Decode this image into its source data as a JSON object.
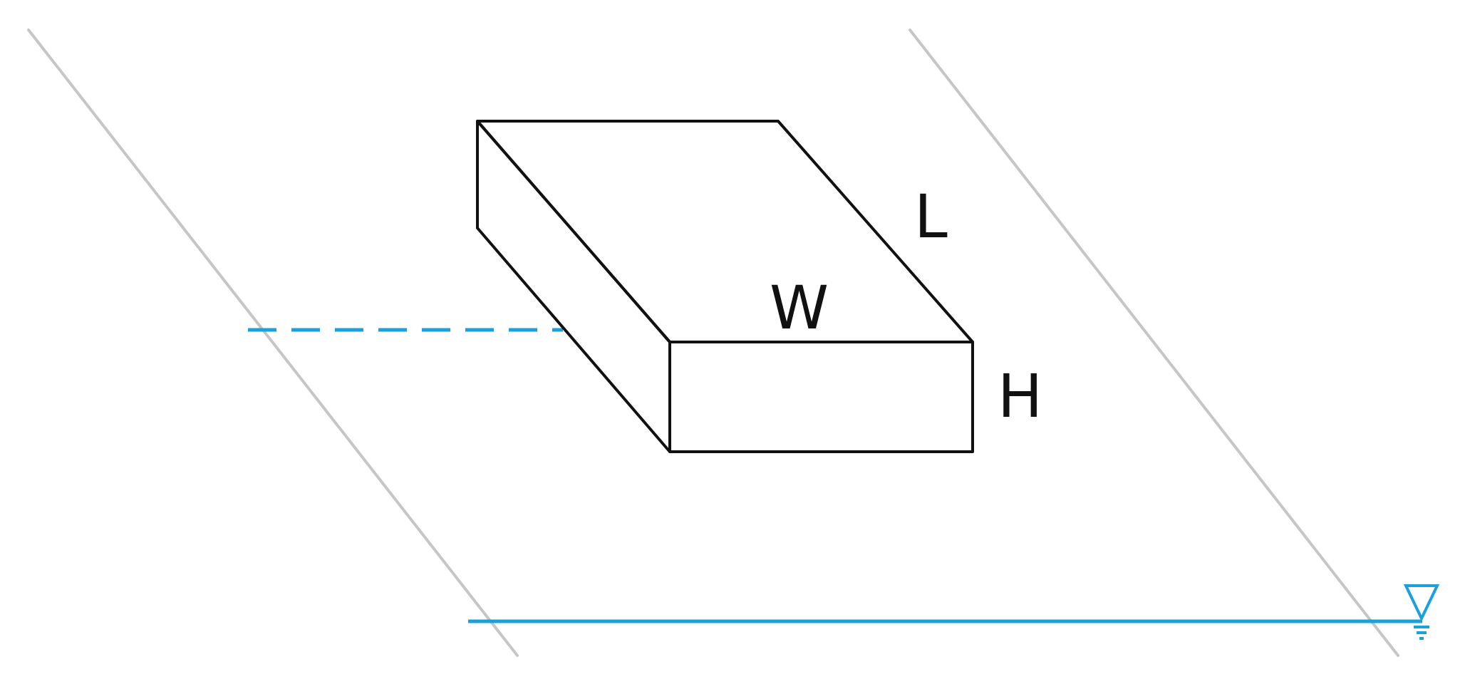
{
  "labels": {
    "length": "L",
    "width": "W",
    "height": "H"
  },
  "colors": {
    "water": "#1aa0dc",
    "guide": "#c6c6c6",
    "outline": "#111111",
    "background": "#ffffff"
  },
  "icons": {
    "water_level": "water-level-icon"
  }
}
